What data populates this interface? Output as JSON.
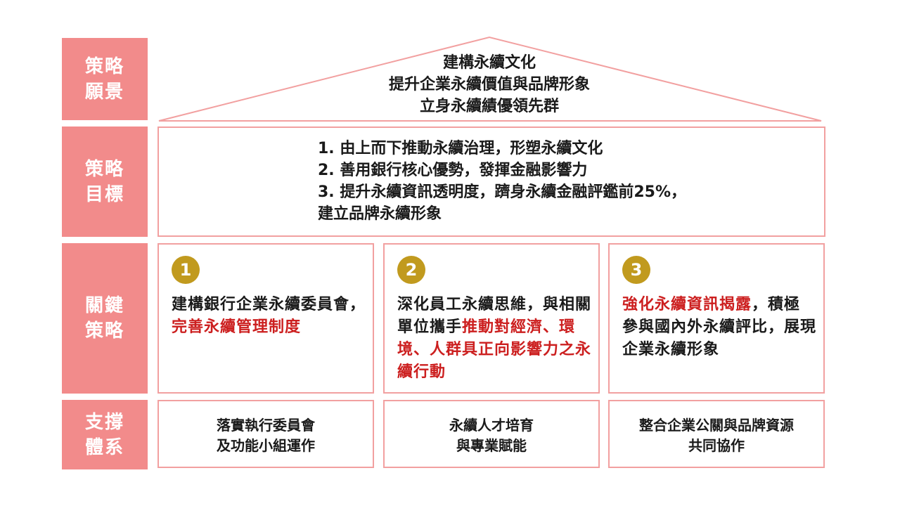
{
  "rows": {
    "vision_label": [
      "策略",
      "願景"
    ],
    "goals_label": [
      "策略",
      "目標"
    ],
    "strategy_label": [
      "關鍵",
      "策略"
    ],
    "support_label": [
      "支撐",
      "體系"
    ]
  },
  "vision": {
    "lines": [
      "建構永續文化",
      "提升企業永續價值與品牌形象",
      "立身永續績優領先群"
    ]
  },
  "goals": {
    "lines": [
      "1. 由上而下推動永續治理，形塑永續文化",
      "2. 善用銀行核心優勢，發揮金融影響力",
      "3. 提升永續資訊透明度，躋身永續金融評鑑前25%，",
      "建立品牌永續形象"
    ]
  },
  "strategies": [
    {
      "number": "1",
      "text_a": "建構銀行企業永續委員會，",
      "text_red": "完善永續管理制度",
      "text_b": ""
    },
    {
      "number": "2",
      "text_a": "深化員工永續思維，與相關單位攜手",
      "text_red": "推動對經濟、環境、人群具正向影響力之永續行動",
      "text_b": ""
    },
    {
      "number": "3",
      "text_a": "",
      "text_red": "強化永續資訊揭露",
      "text_b": "，積極參與國內外永續評比，展現企業永續形象"
    }
  ],
  "supports": [
    {
      "lines": [
        "落實執行委員會",
        "及功能小組運作"
      ]
    },
    {
      "lines": [
        "永續人才培育",
        "與專業賦能"
      ]
    },
    {
      "lines": [
        "整合企業公關與品牌資源",
        "共同協作"
      ]
    }
  ],
  "colors": {
    "label_bg": "#f28b8b",
    "border": "#f2a0a0",
    "badge": "#c19a1e",
    "highlight": "#cc1f1f"
  }
}
